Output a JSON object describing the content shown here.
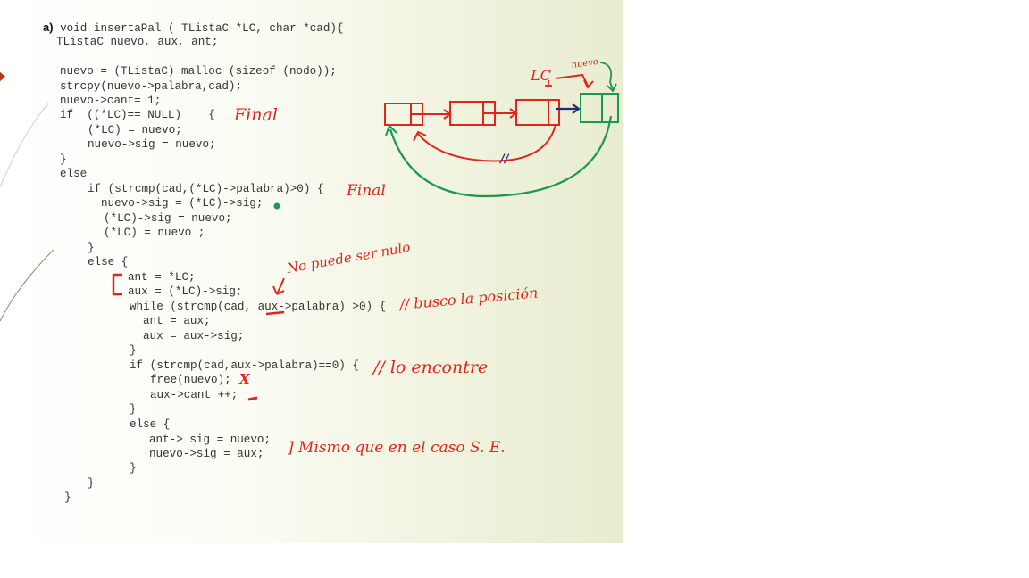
{
  "code": {
    "part_label": "a)",
    "lines": [
      " void insertaPal ( TListaC *LC, char *cad){",
      "TListaC nuevo, aux, ant;",
      "nuevo = (TListaC) malloc (sizeof (nodo));",
      "strcpy(nuevo->palabra,cad);",
      "nuevo->cant= 1;",
      "if  ((*LC)== NULL)    {",
      "(*LC) = nuevo;",
      "nuevo->sig = nuevo;",
      "}",
      "else",
      "if (strcmp(cad,(*LC)->palabra)>0) {",
      "nuevo->sig = (*LC)->sig;",
      "(*LC)->sig = nuevo;",
      "(*LC) = nuevo ;",
      "}",
      "else {",
      "ant = *LC;",
      "aux = (*LC)->sig;",
      "while (strcmp(cad, aux->palabra) >0) {",
      "ant = aux;",
      "aux = aux->sig;",
      "}",
      "if (strcmp(cad,aux->palabra)==0) {",
      "free(nuevo);",
      "aux->cant ++;",
      "}",
      "else {",
      "ant-> sig = nuevo;",
      "nuevo->sig = aux;",
      "}",
      "}",
      "}"
    ]
  },
  "annotations": {
    "final_1": "Final",
    "final_2": "Final",
    "no_puede_ser_nulo": "No puede ser nulo",
    "busco_posicion": "// busco la posición",
    "lo_encontre": "// lo encontre",
    "mismo_que": "] Mismo que en el caso S. E.",
    "free_mark": "X",
    "lc_label": "LC",
    "nuevo_label": "nuevo",
    "pointer_cut": "//"
  },
  "colors": {
    "ink_red": "#e0261c",
    "ink_green": "#1a9a4a",
    "ink_blue": "#1b2e7a",
    "code_text": "#333333",
    "accent_rule": "#b9522c"
  }
}
